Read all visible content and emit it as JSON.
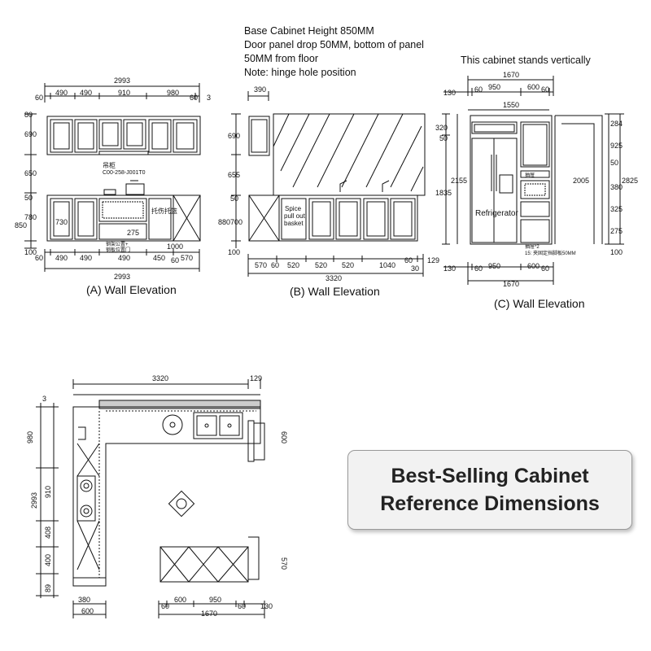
{
  "notes": {
    "line1": "Base Cabinet Height 850MM",
    "line2": "Door panel drop 50MM, bottom of panel",
    "line3": "50MM from floor",
    "line4": "Note: hinge hole position",
    "vertical_note": "This cabinet stands vertically"
  },
  "captions": {
    "a": "(A) Wall Elevation",
    "b": "(B) Wall Elevation",
    "c": "(C) Wall Elevation"
  },
  "callout": {
    "line1": "Best-Selling Cabinet",
    "line2": "Reference Dimensions"
  },
  "elevation_a": {
    "top_total": "2993",
    "top_dims": [
      "60",
      "490",
      "490",
      "910",
      "980",
      "60",
      "3"
    ],
    "left_dims": [
      "80",
      "690",
      "650",
      "50",
      "780",
      "100"
    ],
    "left_total": "850",
    "bottom_dims": [
      "60",
      "490",
      "490",
      "490",
      "450",
      "60",
      "570"
    ],
    "bottom_total": "2993",
    "extra_dim": "1000",
    "inner_730": "730",
    "inner_275": "275",
    "hood_label_1": "吊柜",
    "hood_label_2": "C00-258-J001T0",
    "drawer_label": "托伤托篮",
    "note_line_1": "钢架公置+",
    "note_line_2": "钢板位置门"
  },
  "elevation_b": {
    "top_dim": "390",
    "left_dims": [
      "690",
      "655",
      "50",
      "700",
      "100"
    ],
    "left_total": "880",
    "bottom_dims": [
      "570",
      "60",
      "520",
      "520",
      "520",
      "1040",
      "60",
      "129"
    ],
    "bottom_total": "3320",
    "right_extra": "30",
    "spice_label": [
      "Spice",
      "pull out",
      "basket"
    ]
  },
  "elevation_c": {
    "top_total": "1670",
    "top_dims": [
      "130",
      "60",
      "950",
      "600",
      "60"
    ],
    "width_1550": "1550",
    "left_dims": [
      "320",
      "50",
      "1835",
      "2155"
    ],
    "right_dims": [
      "284",
      "925",
      "50",
      "380",
      "325",
      "275"
    ],
    "right_total_a": "2005",
    "right_total_b": "2825",
    "bottom_dims": [
      "130",
      "60",
      "950",
      "600",
      "60"
    ],
    "bottom_total": "1670",
    "bottom_right": "100",
    "fridge_label": "Refrigerator",
    "small_label_1": "抽屉",
    "small_label_2": "抽屉*2",
    "small_label_3": "15: 夹固定挡脚板50MM"
  },
  "plan": {
    "top_total": "3320",
    "top_right": "129",
    "top_small": "3",
    "left_dims": [
      "980",
      "910",
      "408",
      "400",
      "89"
    ],
    "left_total": "2993",
    "right_top_dim": "600",
    "right_bottom_dim": "570",
    "bottom_left_dims": [
      "380",
      "600"
    ],
    "island_dims": [
      "60",
      "600",
      "950",
      "60",
      "130"
    ],
    "island_total": "1670"
  }
}
